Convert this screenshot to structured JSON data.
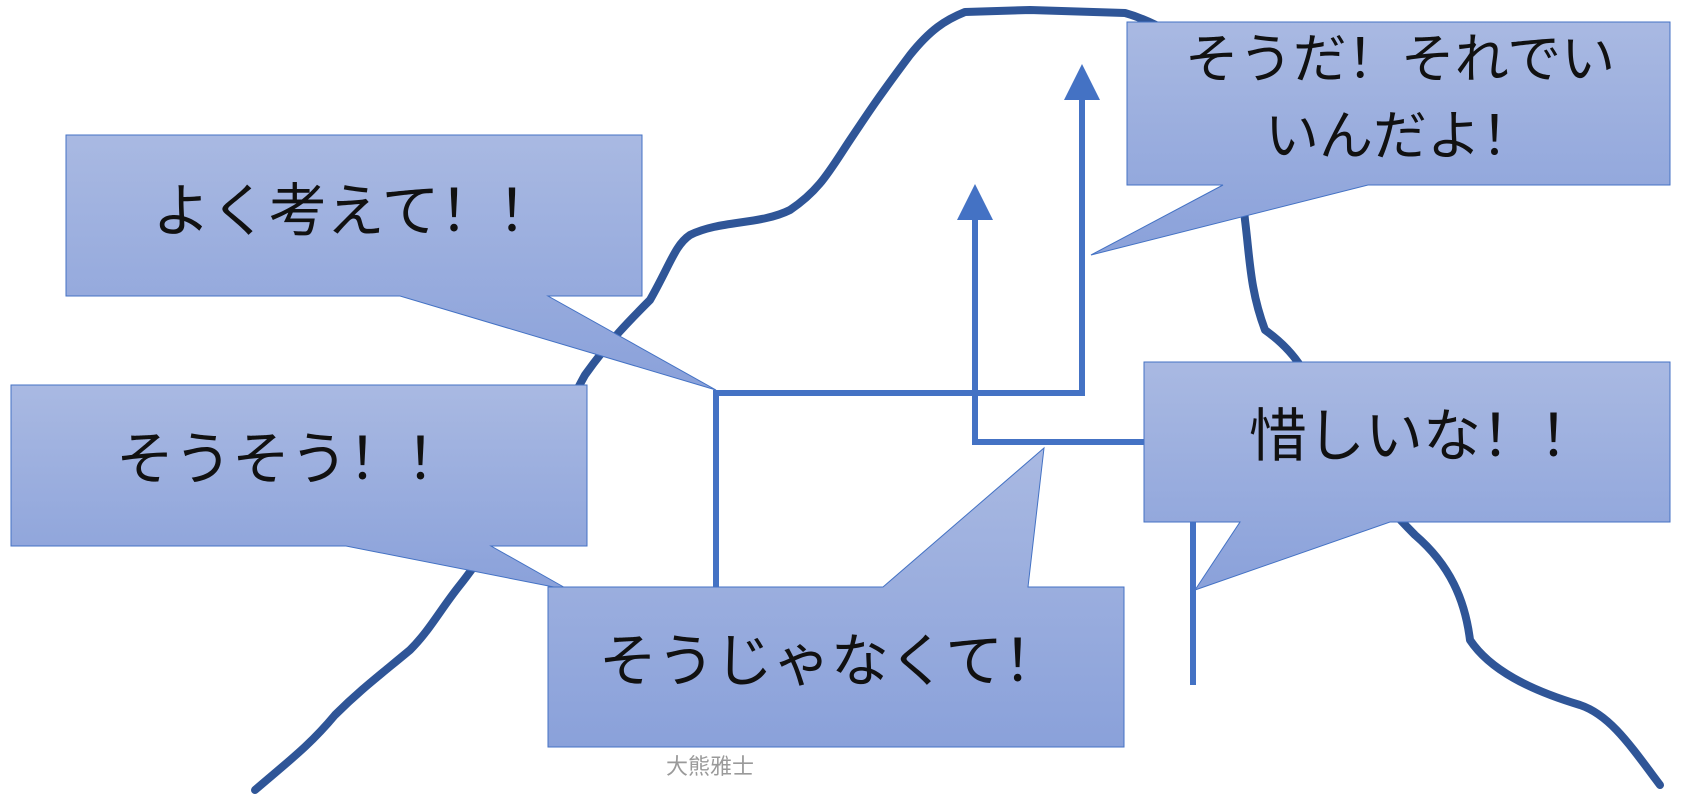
{
  "diagram": {
    "colors": {
      "mountain_outline": "#2f5597",
      "path_line": "#4472c4",
      "bubble_fill_top": "#a9b9e2",
      "bubble_fill_bottom": "#8aa1da",
      "bubble_border": "#4472c4",
      "text": "#111111",
      "author_text": "#9a9a9a"
    },
    "bubbles": {
      "think": {
        "text": "よく考えて！！"
      },
      "yes_that": {
        "lines": [
          "そうだ！それでい",
          "いんだよ！"
        ]
      },
      "sousou": {
        "text": "そうそう！！"
      },
      "not_that": {
        "text": "そうじゃなくて！"
      },
      "close": {
        "text": "惜しいな！！"
      }
    },
    "author": "大熊雅士"
  }
}
